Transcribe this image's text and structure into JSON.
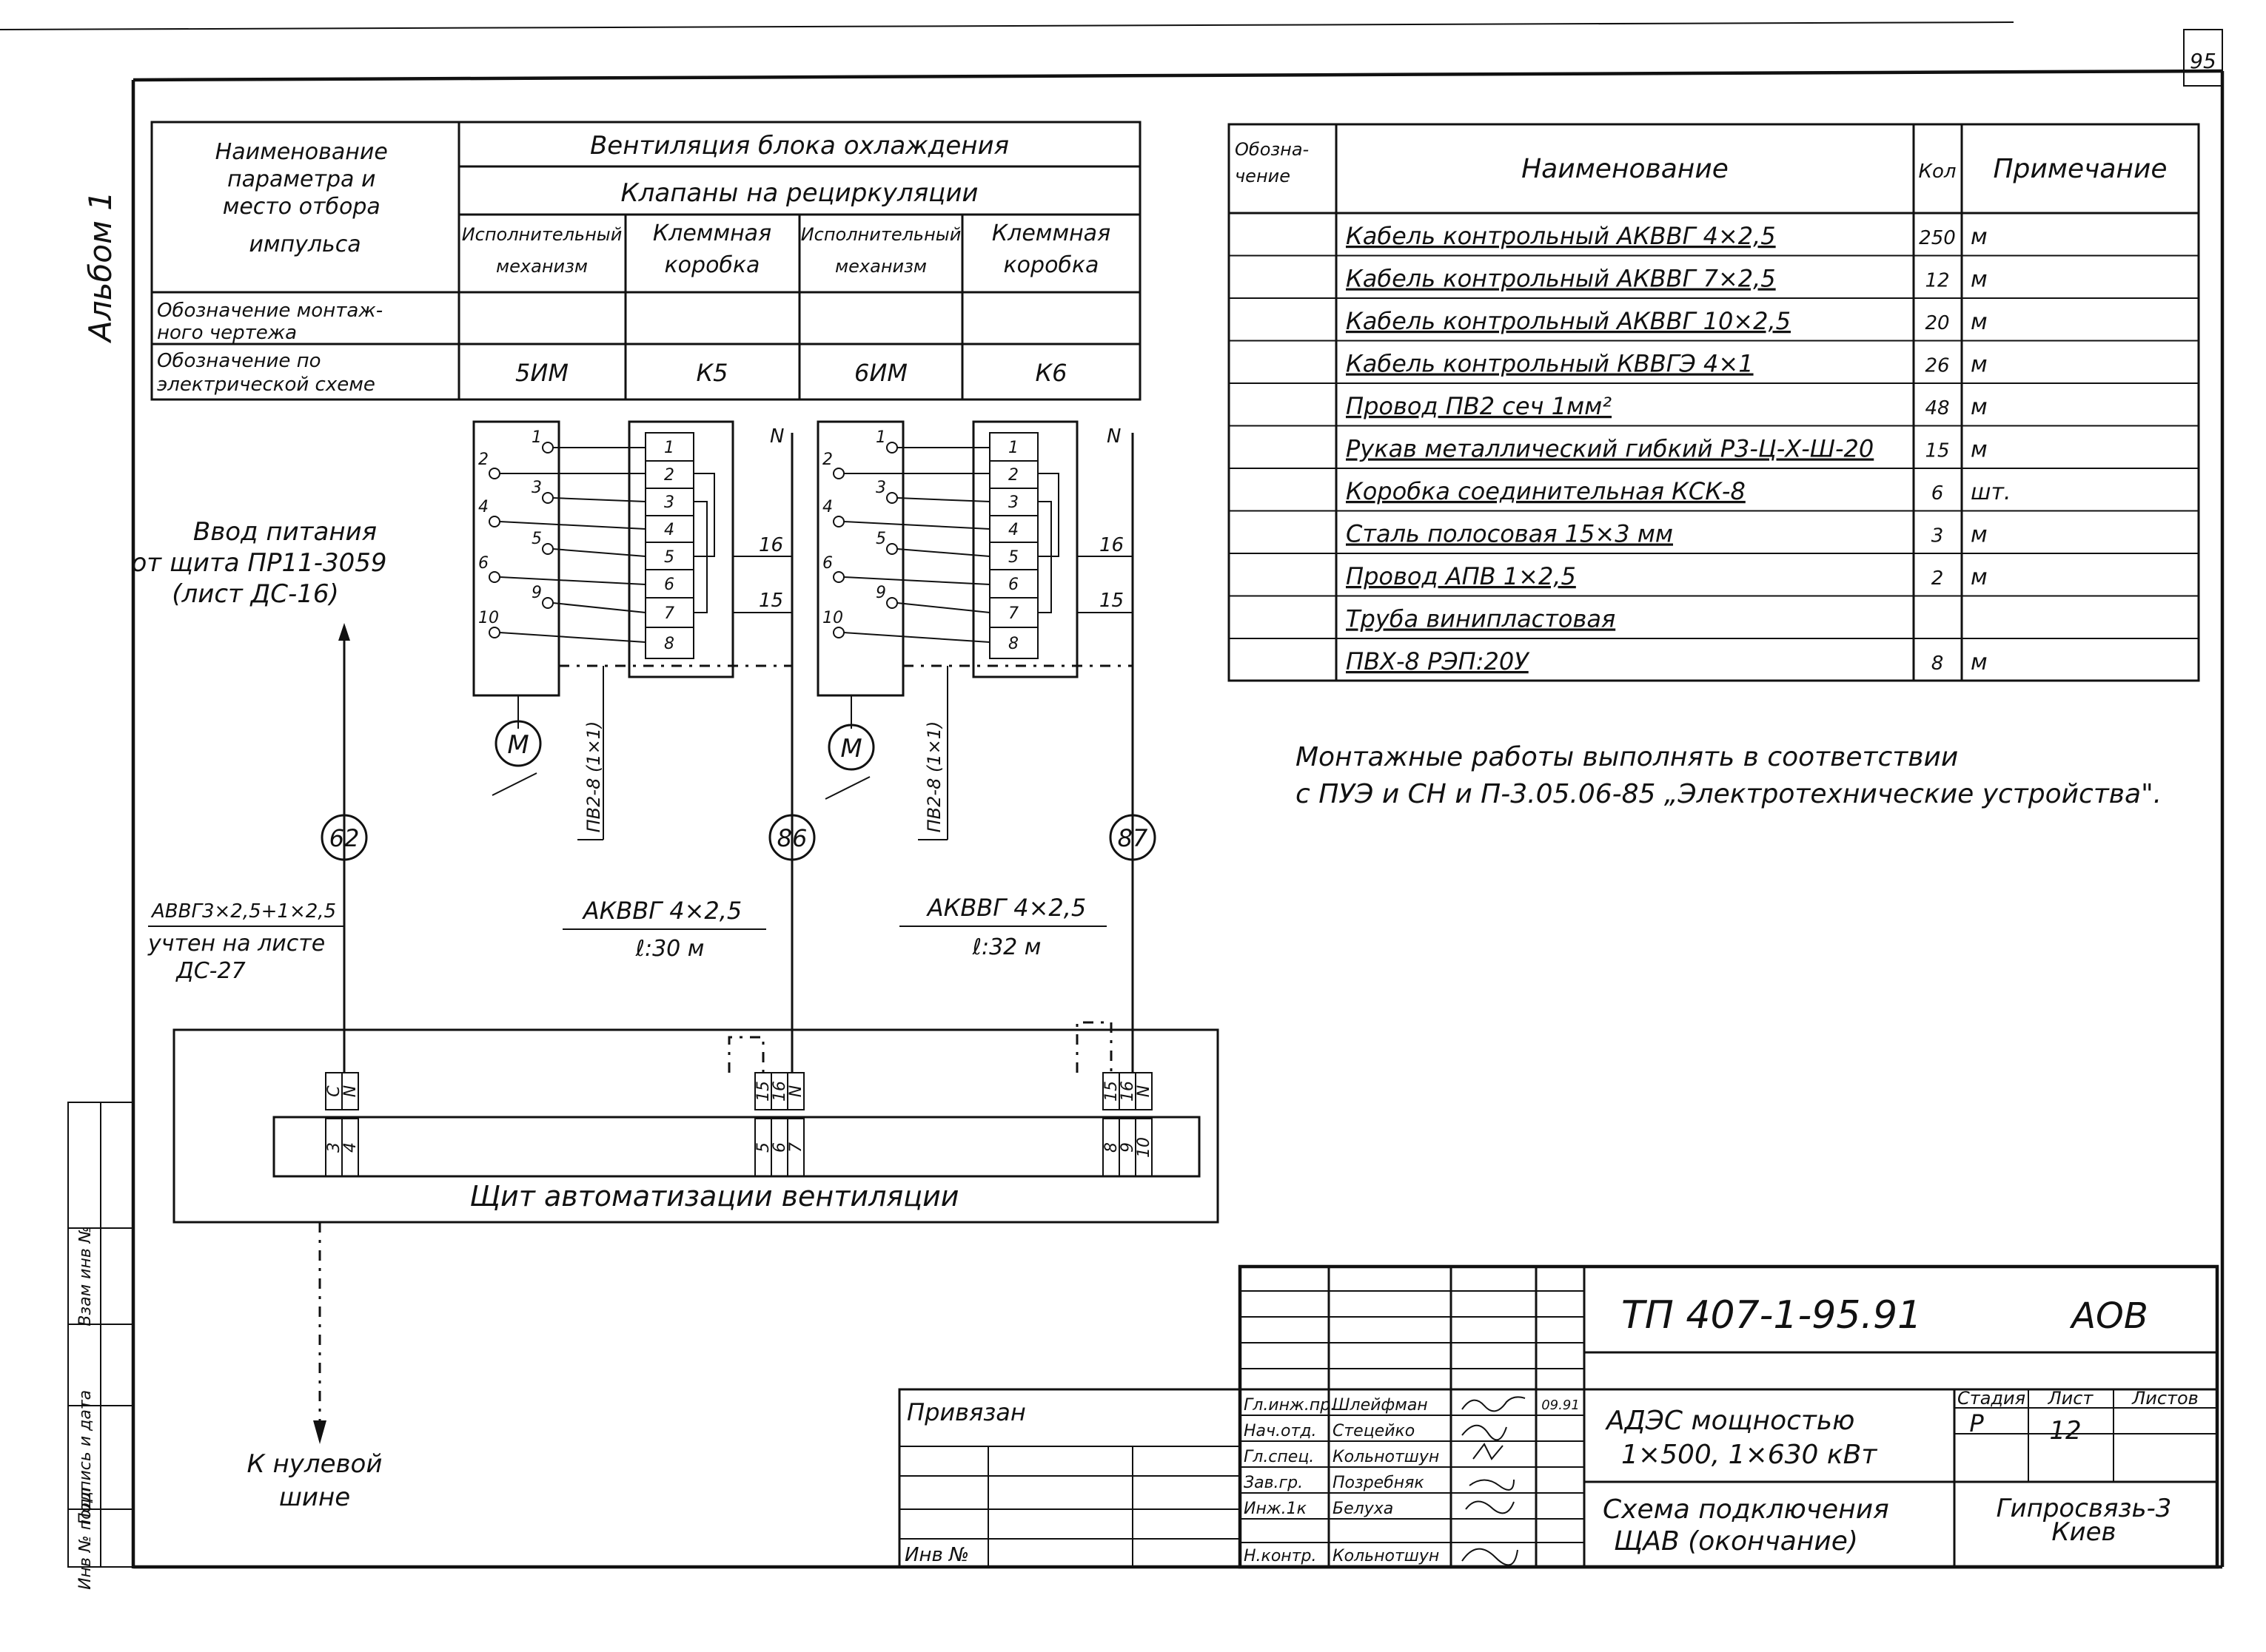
{
  "sheet_number": "95",
  "album_label": "Альбом 1",
  "side_stamp": [
    "Инв № подл",
    "Подпись и дата",
    "Взам инв №"
  ],
  "params_table": {
    "header_left": "Наименование параметра и место отбора импульса",
    "header_main": "Вентиляция блока охлаждения",
    "header_sub": "Клапаны на рециркуляции",
    "columns": [
      "Исполнительный механизм",
      "Клеммная коробка",
      "Исполнительный механизм",
      "Клеммная коробка"
    ],
    "row_mount_label": "Обозначение монтажного чертежа",
    "row_mount_values": [
      "",
      "",
      "",
      ""
    ],
    "row_elec_label": "Обозначение по электрической схеме",
    "row_elec_values": [
      "5ИМ",
      "К5",
      "6ИМ",
      "К6"
    ]
  },
  "spec_table": {
    "headers": [
      "Обозначение",
      "Наименование",
      "Кол",
      "Примечание"
    ],
    "rows": [
      {
        "designation": "",
        "name": "Кабель контрольный АКВВГ 4×2,5",
        "qty": "250",
        "note": "м"
      },
      {
        "designation": "",
        "name": "Кабель контрольный АКВВГ 7×2,5",
        "qty": "12",
        "note": "м"
      },
      {
        "designation": "",
        "name": "Кабель контрольный АКВВГ 10×2,5",
        "qty": "20",
        "note": "м"
      },
      {
        "designation": "",
        "name": "Кабель контрольный КВВГЭ 4×1",
        "qty": "26",
        "note": "м"
      },
      {
        "designation": "",
        "name": "Провод ПВ2 сеч 1мм²",
        "qty": "48",
        "note": "м"
      },
      {
        "designation": "",
        "name": "Рукав металлический гибкий Р3-Ц-Х-Ш-20",
        "qty": "15",
        "note": "м"
      },
      {
        "designation": "",
        "name": "Коробка соединительная КСК-8",
        "qty": "6",
        "note": "шт."
      },
      {
        "designation": "",
        "name": "Сталь полосовая 15×3 мм",
        "qty": "3",
        "note": "м"
      },
      {
        "designation": "",
        "name": "Провод АПВ 1×2,5",
        "qty": "2",
        "note": "м"
      },
      {
        "designation": "",
        "name": "Труба винипластовая",
        "qty": "",
        "note": ""
      },
      {
        "designation": "",
        "name": "ПВХ-8 РЭП:20У",
        "qty": "8",
        "note": "м"
      }
    ]
  },
  "note_line1": "Монтажные работы выполнять в соответствии",
  "note_line2": "с ПУЭ и СН и П-3.05.06-85 „Электротехнические устройства\".",
  "power_input": [
    "Ввод питания",
    "от щита ПР11-3059",
    "(лист ДС-16)"
  ],
  "cable_left": {
    "label": "АВВГ3×2,5+1×2,5",
    "note1": "учтен на листе",
    "note2": "ДС-27"
  },
  "cable_mid": {
    "label": "АКВВГ 4×2,5",
    "length": "ℓ:30 м"
  },
  "cable_right": {
    "label": "АКВВГ 4×2,5",
    "length": "ℓ:32 м"
  },
  "wire_label": "ПВ2-8 (1×1)",
  "node_labels": [
    "62",
    "86",
    "87"
  ],
  "motor_label": "М",
  "actuator_terminals": [
    "1",
    "2",
    "3",
    "4",
    "5",
    "6",
    "9",
    "10"
  ],
  "box_terminals": [
    "1",
    "2",
    "3",
    "4",
    "5",
    "6",
    "7",
    "8"
  ],
  "wire_numbers": {
    "n": "N",
    "w16": "16",
    "w15": "15"
  },
  "panel_label": "Щит автоматизации вентиляции",
  "panel_top_terminals": {
    "g1": [
      "С",
      "N"
    ],
    "g2": [
      "15",
      "16",
      "N"
    ],
    "g3": [
      "15",
      "16",
      "N"
    ]
  },
  "panel_bottom_terminals": {
    "g1": [
      "3",
      "4"
    ],
    "g2": [
      "5",
      "6",
      "7"
    ],
    "g3": [
      "8",
      "9",
      "10"
    ]
  },
  "ground_label": [
    "К нулевой",
    "шине"
  ],
  "title_block": {
    "doc_code": "ТП 407-1-95.91",
    "suffix": "АОВ",
    "privyazan": "Привязан",
    "inv_label": "Инв №",
    "project": "АДЭС мощностью 1×500, 1×630 кВт",
    "project_line1": "АДЭС мощностью",
    "project_line2": "1×500,   1×630 кВт",
    "sheet_title_line1": "Схема подключения",
    "sheet_title_line2": "ЩАВ (окончание)",
    "stage_head": "Стадия",
    "sheet_head": "Лист",
    "sheets_head": "Листов",
    "stage": "Р",
    "sheet": "12",
    "sheets": "",
    "org_line1": "Гипросвязь-3",
    "org_line2": "Киев",
    "date": "09.91",
    "roles": [
      {
        "role": "Гл.инж.пр.",
        "name": "Шлейфман"
      },
      {
        "role": "Нач.отд.",
        "name": "Стецейко"
      },
      {
        "role": "Гл.спец.",
        "name": "Кольнотшун"
      },
      {
        "role": "Зав.гр.",
        "name": "Позребняк"
      },
      {
        "role": "Инж.1к",
        "name": "Белуха"
      },
      {
        "role": "Н.контр.",
        "name": "Кольнотшун"
      }
    ]
  }
}
